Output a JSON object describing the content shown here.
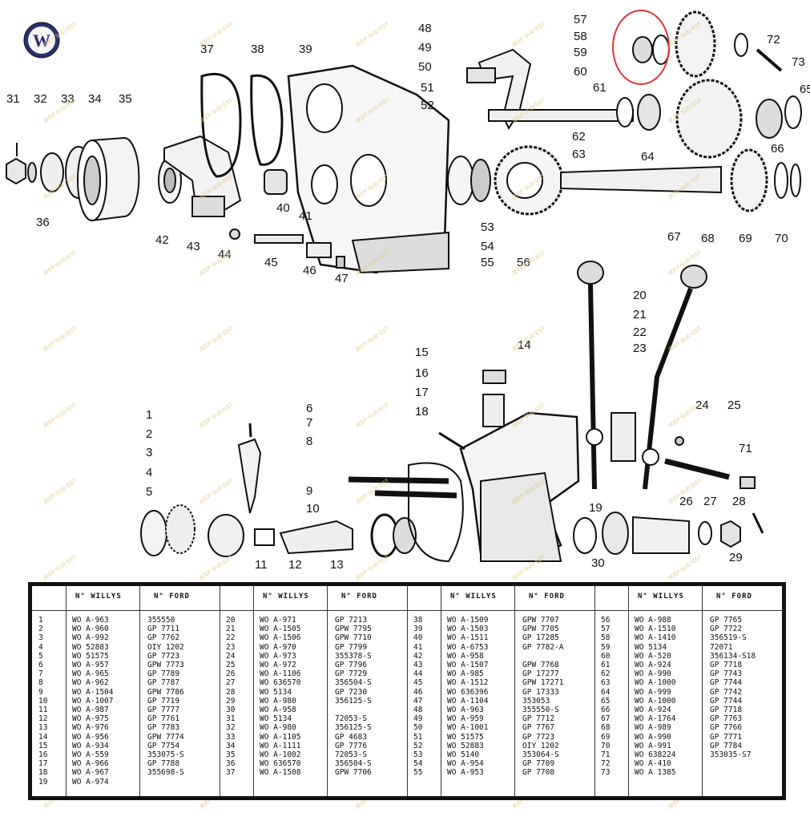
{
  "watermark_text": "JEEP SUD EST",
  "logo_letters": "W",
  "callouts": [
    "1",
    "2",
    "3",
    "4",
    "5",
    "6",
    "7",
    "8",
    "9",
    "10",
    "11",
    "12",
    "13",
    "14",
    "15",
    "16",
    "17",
    "18",
    "19",
    "20",
    "21",
    "22",
    "23",
    "24",
    "25",
    "26",
    "27",
    "28",
    "29",
    "30",
    "31",
    "32",
    "33",
    "34",
    "35",
    "36",
    "37",
    "38",
    "39",
    "40",
    "41",
    "42",
    "43",
    "44",
    "45",
    "46",
    "47",
    "48",
    "49",
    "50",
    "51",
    "52",
    "53",
    "54",
    "55",
    "56",
    "57",
    "58",
    "59",
    "60",
    "61",
    "62",
    "63",
    "64",
    "65",
    "66",
    "67",
    "68",
    "69",
    "70",
    "71",
    "72",
    "73"
  ],
  "table": {
    "headers": {
      "willys": "N° WILLYS",
      "ford": "N° FORD"
    },
    "groups": [
      {
        "nums": [
          "1",
          "2",
          "3",
          "4",
          "5",
          "6",
          "7",
          "8",
          "9",
          "10",
          "11",
          "12",
          "13",
          "14",
          "15",
          "16",
          "17",
          "18",
          "19"
        ],
        "willys": [
          "WO A-963",
          "WO A-960",
          "WO A-992",
          "WO 52883",
          "WO 51575",
          "WO A-957",
          "WO A-965",
          "WO A-962",
          "WO A-1504",
          "WO A-1007",
          "WO A-987",
          "WO A-975",
          "WO A-976",
          "WO A-956",
          "WO A-934",
          "WO A-559",
          "WO A-966",
          "WO A-967",
          "WO A-974"
        ],
        "ford": [
          "355550",
          "GP 7711",
          "GP 7762",
          "OIY 1202",
          "GP 7723",
          "GPW 7773",
          "GP 7789",
          "GP 7787",
          "GPW 7786",
          "GP 7719",
          "GP 7777",
          "GP 7761",
          "GP 7783",
          "GPW 7774",
          "GP 7754",
          "353075-S",
          "GP 7788",
          "355698-S",
          ""
        ]
      },
      {
        "nums": [
          "20",
          "21",
          "22",
          "23",
          "24",
          "25",
          "26",
          "27",
          "28",
          "29",
          "30",
          "31",
          "32",
          "33",
          "34",
          "35",
          "36",
          "37"
        ],
        "willys": [
          "WO A-971",
          "WO A-1505",
          "WO A-1506",
          "WO A-970",
          "WO A-973",
          "WO A-972",
          "WO A-1106",
          "WO 636570",
          "WO 5134",
          "WO A-980",
          "WO A-958",
          "WO 5134",
          "WO A-980",
          "WO A-1105",
          "WO A-1111",
          "WO A-1002",
          "WO 636570",
          "WO A-1508"
        ],
        "ford": [
          "GP 7213",
          "GPW 7795",
          "GPW 7710",
          "GP 7799",
          "355378-S",
          "GP 7796",
          "GP 7729",
          "356504-S",
          "GP 7230",
          "356125-S",
          "",
          "72053-S",
          "356125-S",
          "GP 4683",
          "GP 7776",
          "72053-S",
          "356504-S",
          "GPW 7706"
        ]
      },
      {
        "nums": [
          "38",
          "39",
          "40",
          "41",
          "42",
          "43",
          "44",
          "45",
          "46",
          "47",
          "48",
          "49",
          "50",
          "51",
          "52",
          "53",
          "54",
          "55"
        ],
        "willys": [
          "WO A-1509",
          "WO A-1503",
          "WO A-1511",
          "WO A-6753",
          "WO A-958",
          "WO A-1507",
          "WO A-985",
          "WO A-1512",
          "WO 636396",
          "WO A-1104",
          "WO A-963",
          "WO A-959",
          "WO A-1001",
          "WO 51575",
          "WO 52883",
          "WO 5140",
          "WO A-954",
          "WO A-953"
        ],
        "ford": [
          "GPW 7707",
          "GPW 7705",
          "GP 17285",
          "GP 7782-A",
          "",
          "GPW 7768",
          "GP 17277",
          "GPW 17271",
          "GP 17333",
          "353053",
          "355550-S",
          "GP 7712",
          "GP 7767",
          "GP 7723",
          "OIY 1202",
          "353064-S",
          "GP 7709",
          "GP 7708"
        ]
      },
      {
        "nums": [
          "56",
          "57",
          "58",
          "59",
          "60",
          "61",
          "62",
          "63",
          "64",
          "65",
          "66",
          "67",
          "68",
          "69",
          "70",
          "71",
          "72",
          "73"
        ],
        "willys": [
          "WO A-988",
          "WO A-1510",
          "WO A-1410",
          "WO 5134",
          "WO A-520",
          "WO A-924",
          "WO A-990",
          "WO A-1000",
          "WO A-999",
          "WO A-1000",
          "WO A-924",
          "WO A-1764",
          "WO A-989",
          "WO A-990",
          "WO A-991",
          "WO 638224",
          "WO A-410",
          "WO A 1385"
        ],
        "ford": [
          "GP 7765",
          "GP 7722",
          "356519-S",
          "72071",
          "356134-S18",
          "GP 7718",
          "GP 7743",
          "GP 7744",
          "GP 7742",
          "GP 7744",
          "GP 7718",
          "GP 7763",
          "GP 7766",
          "GP 7771",
          "GP 7784",
          "353035-S7",
          "",
          ""
        ]
      }
    ]
  }
}
